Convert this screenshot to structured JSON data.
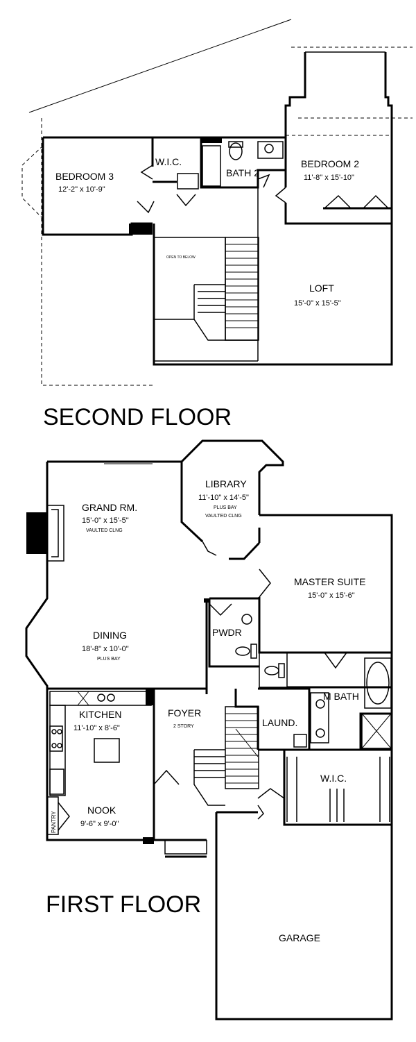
{
  "floors": {
    "second": {
      "title": "SECOND FLOOR",
      "rooms": {
        "bedroom3": {
          "name": "BEDROOM 3",
          "dims": "12'-2\" x 10'-9\""
        },
        "wic": {
          "name": "W.I.C."
        },
        "bath2": {
          "name": "BATH 2"
        },
        "bedroom2": {
          "name": "BEDROOM 2",
          "dims": "11'-8\" x 15'-10\""
        },
        "loft": {
          "name": "LOFT",
          "dims": "15'-0\" x 15'-5\""
        },
        "open_to_below": {
          "name": "OPEN TO BELOW"
        }
      }
    },
    "first": {
      "title": "FIRST FLOOR",
      "rooms": {
        "grand": {
          "name": "GRAND RM.",
          "dims": "15'-0\" x 15'-5\"",
          "note": "VAULTED CLNG"
        },
        "library": {
          "name": "LIBRARY",
          "dims": "11'-10\" x 14'-5\"",
          "note1": "PLUS BAY",
          "note2": "VAULTED CLNG"
        },
        "master": {
          "name": "MASTER SUITE",
          "dims": "15'-0\" x 15'-6\""
        },
        "pwdr": {
          "name": "PWDR"
        },
        "dining": {
          "name": "DINING",
          "dims": "18'-8\" x 10'-0\"",
          "note": "PLUS BAY"
        },
        "kitchen": {
          "name": "KITCHEN",
          "dims": "11'-10\" x 8'-6\""
        },
        "foyer": {
          "name": "FOYER",
          "note": "2 STORY"
        },
        "laund": {
          "name": "LAUND."
        },
        "mbath": {
          "name": "M BATH"
        },
        "wic": {
          "name": "W.I.C."
        },
        "nook": {
          "name": "NOOK",
          "dims": "9'-6\" x 9'-0\""
        },
        "pantry": {
          "name": "PANTRY"
        },
        "garage": {
          "name": "GARAGE"
        }
      }
    }
  }
}
